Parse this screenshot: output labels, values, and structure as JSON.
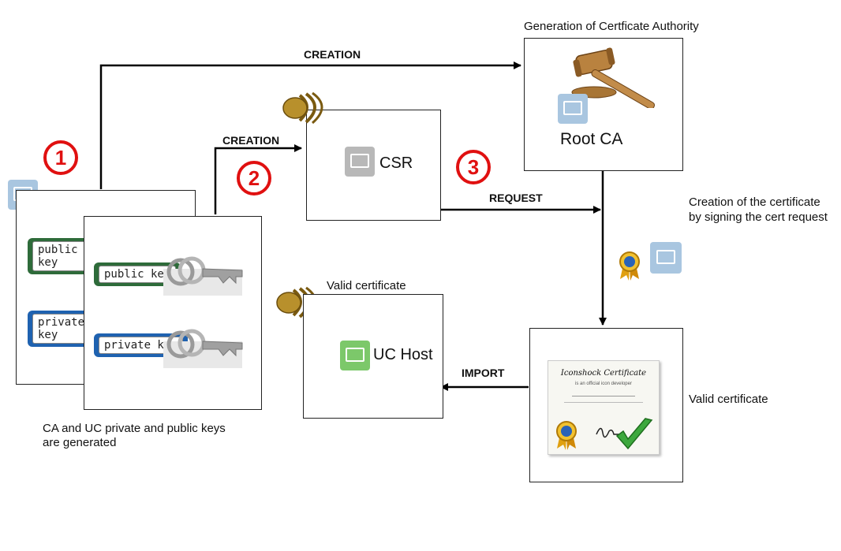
{
  "labels": {
    "generation_ca": "Generation of Certficate Authority",
    "creation_top": "CREATION",
    "creation_mid": "CREATION",
    "request": "REQUEST",
    "import": "IMPORT",
    "creation_cert_line1": "Creation of the certificate",
    "creation_cert_line2": "by signing the cert request",
    "valid_cert_left": "Valid certificate",
    "valid_cert_right": "Valid certificate",
    "keys_generated_line1": "CA and UC private and public keys",
    "keys_generated_line2": "are generated"
  },
  "steps": [
    "1",
    "2",
    "3"
  ],
  "nodes": {
    "root_ca": "Root CA",
    "csr": "CSR",
    "uc_host": "UC Host"
  },
  "keys": {
    "public": "public key",
    "private": "private key",
    "public_back": "public key",
    "private_back": "private key"
  },
  "certificate": {
    "title": "Iconshock Certificate",
    "subtitle": "is an official icon developer"
  },
  "colors": {
    "step_red": "#e01010",
    "arrow": "#000000",
    "public_key_green": "#2e6b3a",
    "private_key_blue": "#1f62b0",
    "cert_icon_blue": "#a9c6e0",
    "uc_icon_green": "#7cc86a",
    "csr_icon_gray": "#b8b8b8"
  }
}
